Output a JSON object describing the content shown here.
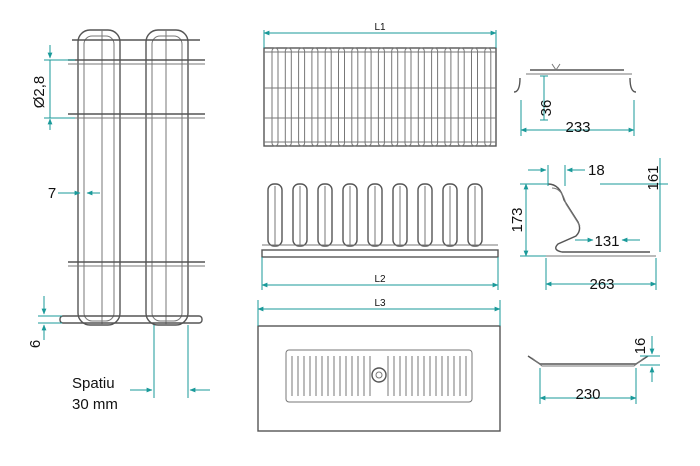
{
  "dimensions": {
    "wire_diameter": "Ø2,8",
    "gap": "7",
    "base_thickness": "6",
    "spacing_line1": "Spatiu",
    "spacing_line2": "30 mm",
    "length_top": "L1",
    "length_middle": "L2",
    "length_bottom": "L3",
    "side_top_height": "36",
    "side_top_width": "233",
    "profile_top_offset": "18",
    "profile_height_right": "161",
    "profile_height_left": "173",
    "profile_inner_width": "131",
    "profile_width": "263",
    "tray_height": "16",
    "tray_width": "230"
  },
  "colors": {
    "dimension": "#1a9a9a",
    "drawing": "#555555"
  }
}
